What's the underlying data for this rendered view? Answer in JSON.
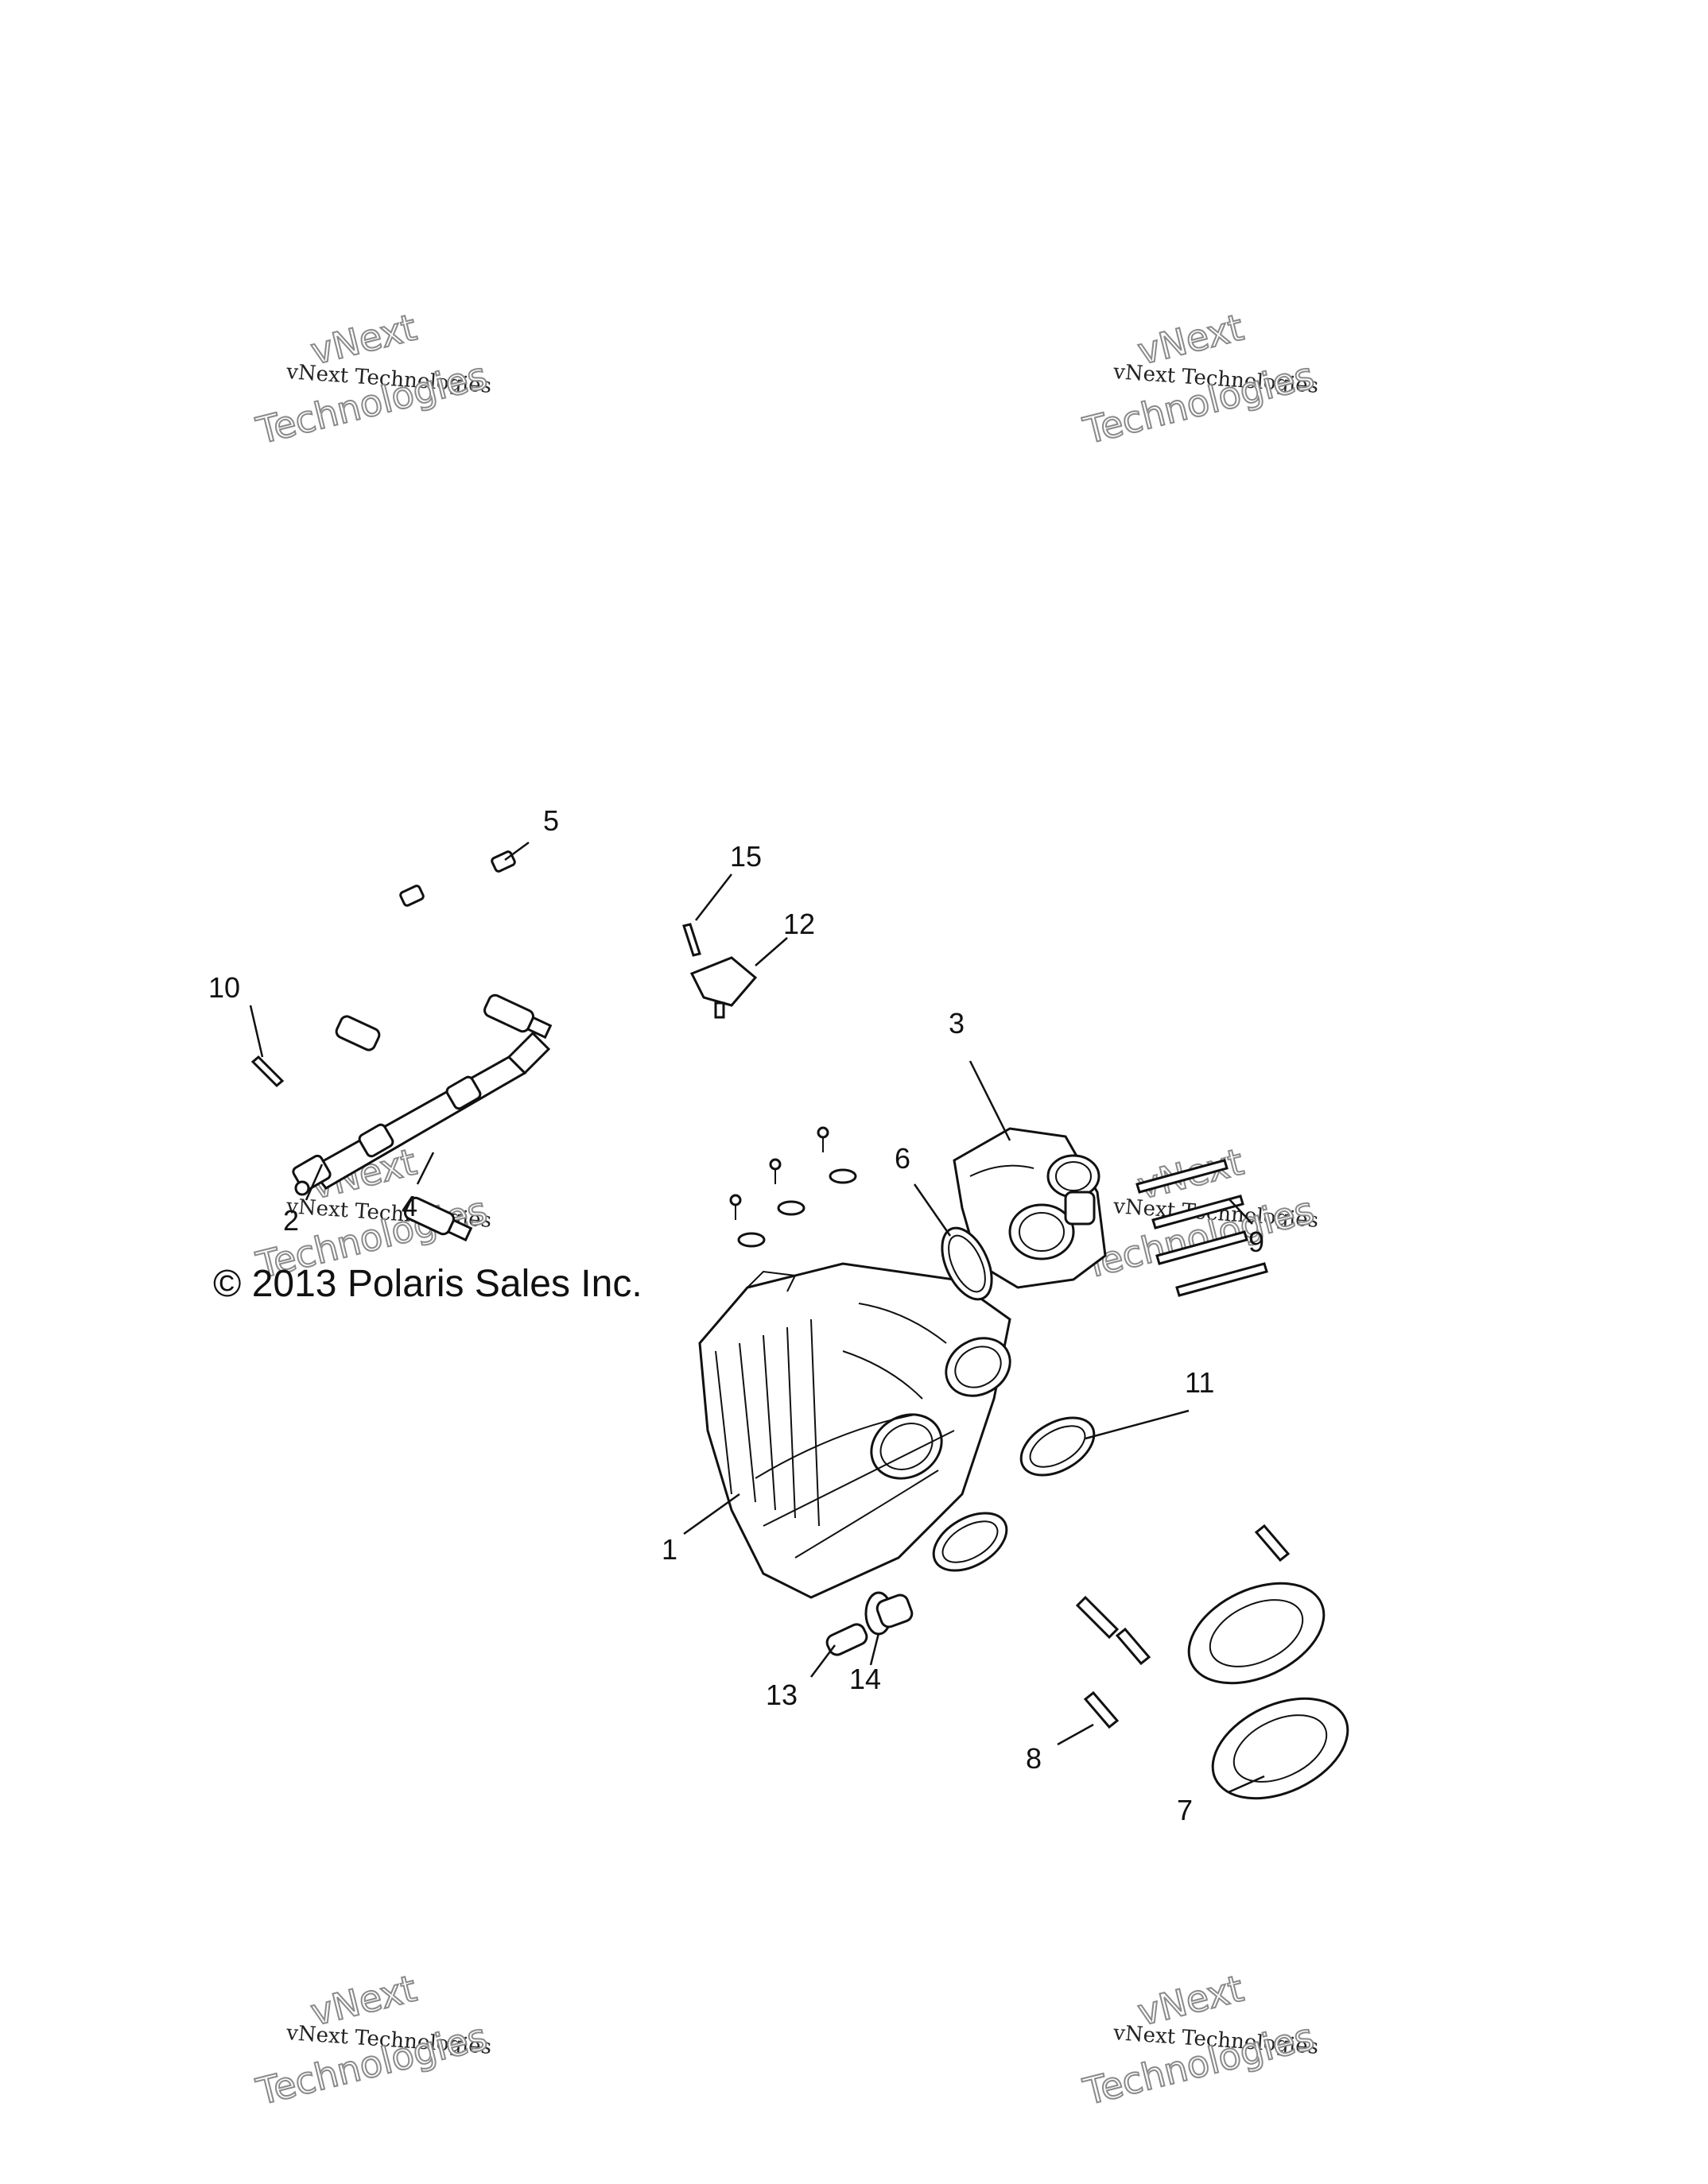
{
  "copyright": "© 2013 Polaris Sales Inc.",
  "watermark": {
    "line_large_1": "vNext",
    "line_small": "vNext Technologies",
    "line_large_2": "Technologies"
  },
  "callouts": {
    "c1": "1",
    "c2": "2",
    "c3": "3",
    "c4": "4",
    "c5": "5",
    "c6": "6",
    "c7": "7",
    "c8": "8",
    "c9": "9",
    "c10": "10",
    "c11": "11",
    "c12": "12",
    "c13": "13",
    "c14": "14",
    "c15": "15"
  }
}
